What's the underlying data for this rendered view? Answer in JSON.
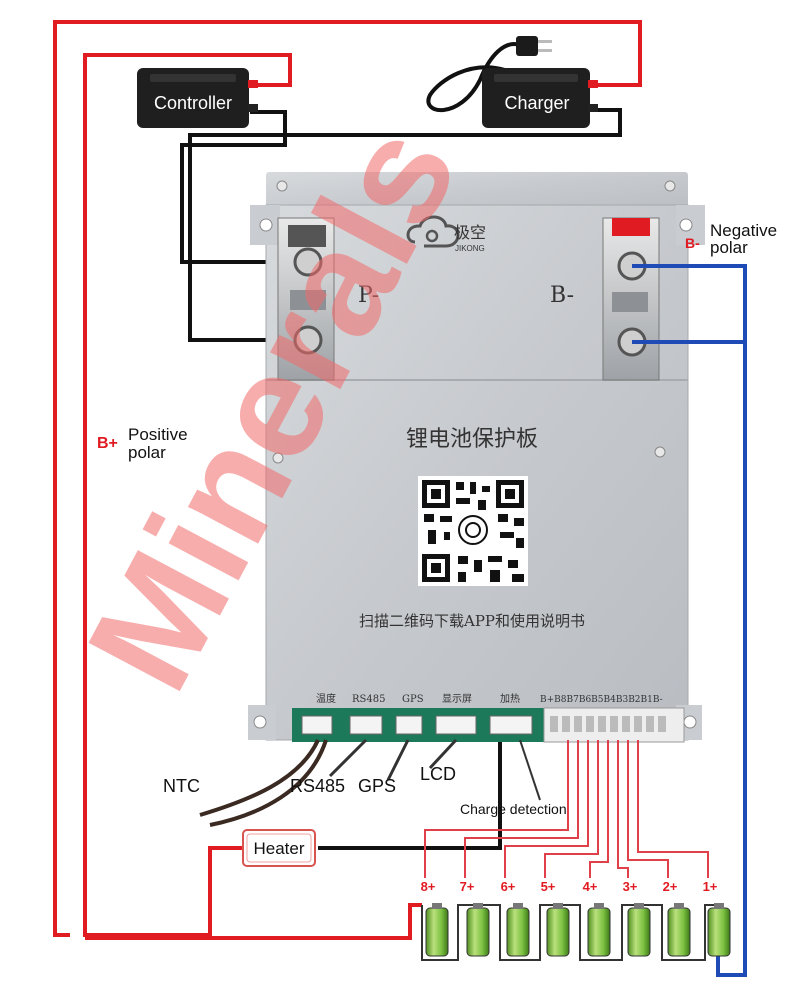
{
  "labels": {
    "controller": "Controller",
    "charger": "Charger",
    "negative_sign": "B-",
    "negative_line1": "Negative",
    "negative_line2": "polar",
    "positive_sign": "B+",
    "positive_line1": "Positive",
    "positive_line2": "polar",
    "p_minus": "P-",
    "b_minus": "B-",
    "brand_cn": "极空",
    "brand_en": "JIKONG",
    "board_title": "锂电池保护板",
    "scan_text": "扫描二维码下载APP和使用说明书",
    "port_temp": "温度",
    "port_rs485": "RS485",
    "port_gps": "GPS",
    "port_display": "显示屏",
    "port_heat": "加热",
    "balance_pins": "B+B8B7B6B5B4B3B2B1B-",
    "ntc": "NTC",
    "rs485": "RS485",
    "gps": "GPS",
    "lcd": "LCD",
    "charge_detection": "Charge detection",
    "heater": "Heater",
    "cells": [
      "8+",
      "7+",
      "6+",
      "5+",
      "4+",
      "3+",
      "2+",
      "1+"
    ],
    "watermark": "Minerals"
  },
  "colors": {
    "positive_wire": "#e11b22",
    "negative_wire": "#1e4bb5",
    "load_wire": "#111111",
    "balance_wire": "#e0404a",
    "board": "#c9ccd0",
    "watermark": "#f26a6a",
    "cell_green": "#7cc142"
  }
}
